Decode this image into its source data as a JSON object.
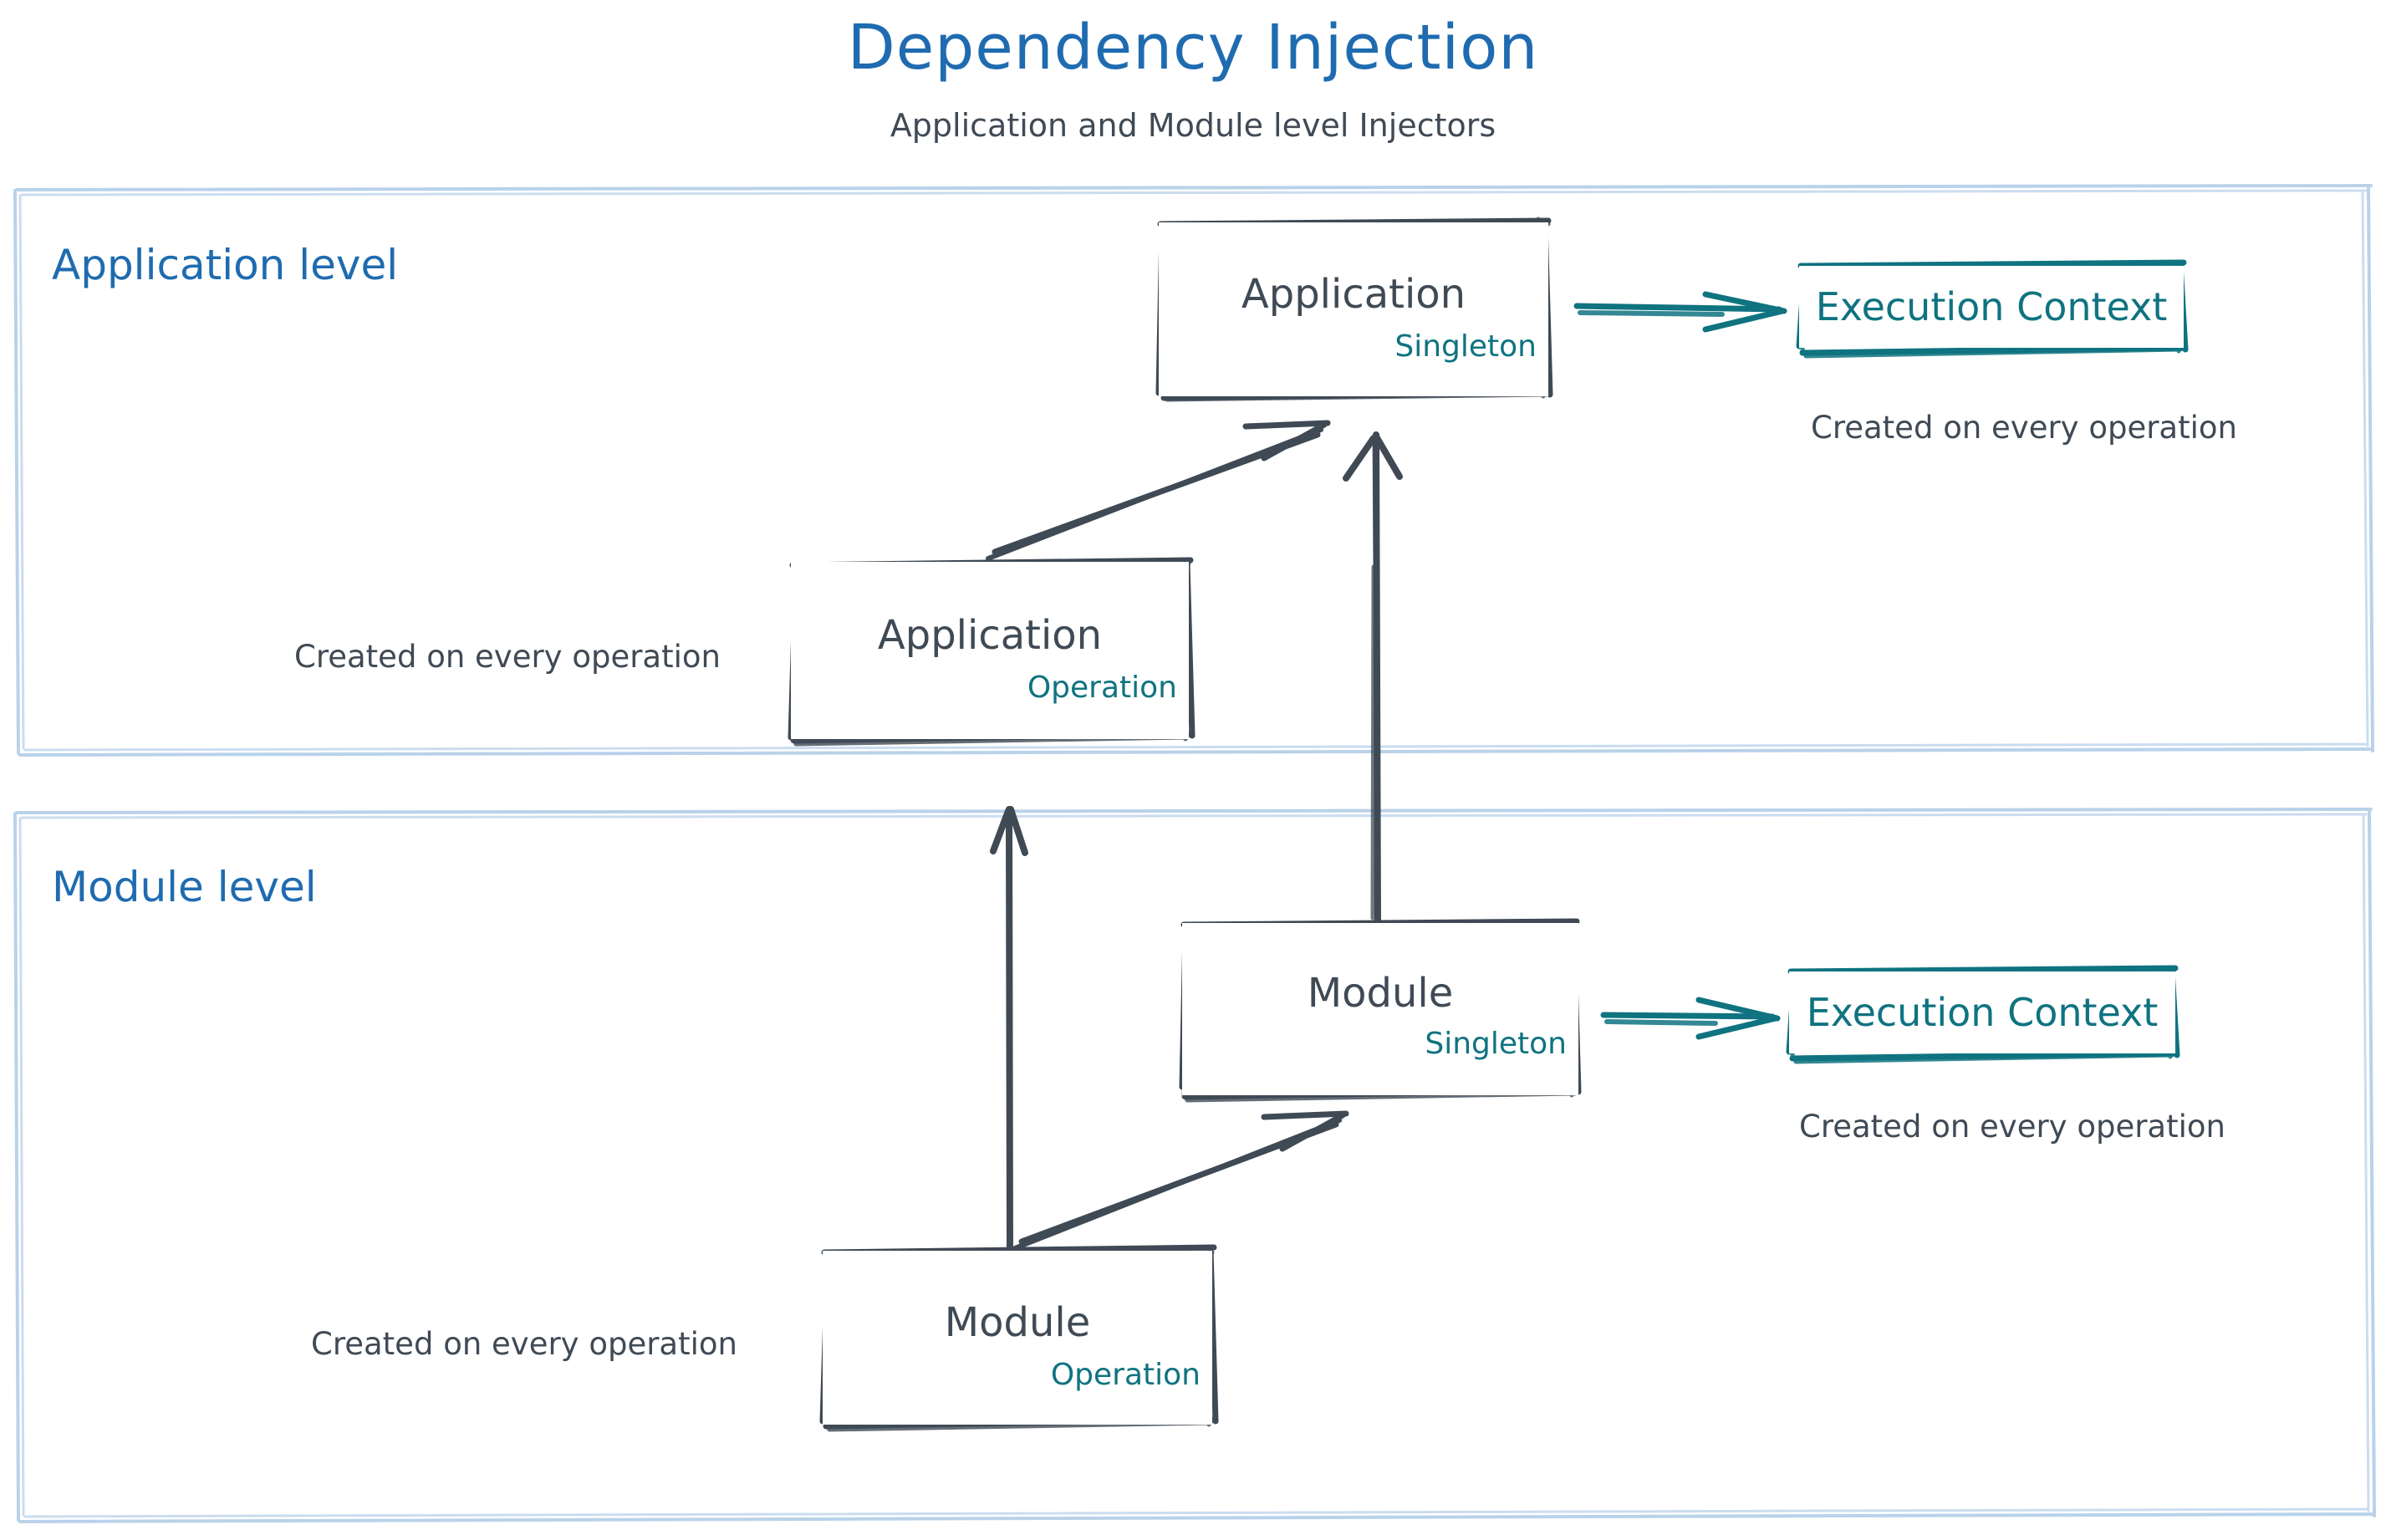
{
  "header": {
    "title": "Dependency Injection",
    "subtitle": "Application and Module level Injectors"
  },
  "colors": {
    "title_blue": "#1f6bb0",
    "lane_border": "#b9d2ea",
    "node_stroke": "#3f4a55",
    "scope_teal": "#0f7380",
    "note_gray": "#3f4a55"
  },
  "lanes": [
    {
      "id": "application-level",
      "label": "Application level"
    },
    {
      "id": "module-level",
      "label": "Module level"
    }
  ],
  "nodes": {
    "app_singleton": {
      "title": "Application",
      "scope": "Singleton"
    },
    "app_operation": {
      "title": "Application",
      "scope": "Operation"
    },
    "mod_singleton": {
      "title": "Module",
      "scope": "Singleton"
    },
    "mod_operation": {
      "title": "Module",
      "scope": "Operation"
    }
  },
  "contexts": {
    "app": {
      "label": "Execution Context",
      "note": "Created on every operation"
    },
    "mod": {
      "label": "Execution Context",
      "note": "Created on every operation"
    }
  },
  "notes": {
    "app_operation": "Created on every operation",
    "mod_operation": "Created on every operation"
  },
  "edges": [
    {
      "from": "app_operation",
      "to": "app_singleton",
      "style": "sketch-arrow",
      "color": "#3f4a55"
    },
    {
      "from": "mod_singleton",
      "to": "app_singleton",
      "style": "sketch-arrow",
      "color": "#3f4a55"
    },
    {
      "from": "mod_operation",
      "to": "app_level_lane",
      "style": "sketch-arrow",
      "color": "#3f4a55"
    },
    {
      "from": "mod_operation",
      "to": "mod_singleton",
      "style": "sketch-arrow",
      "color": "#3f4a55"
    },
    {
      "from": "app_singleton",
      "to": "ctx_app",
      "style": "sketch-arrow",
      "color": "#0f7380"
    },
    {
      "from": "mod_singleton",
      "to": "ctx_mod",
      "style": "sketch-arrow",
      "color": "#0f7380"
    }
  ]
}
